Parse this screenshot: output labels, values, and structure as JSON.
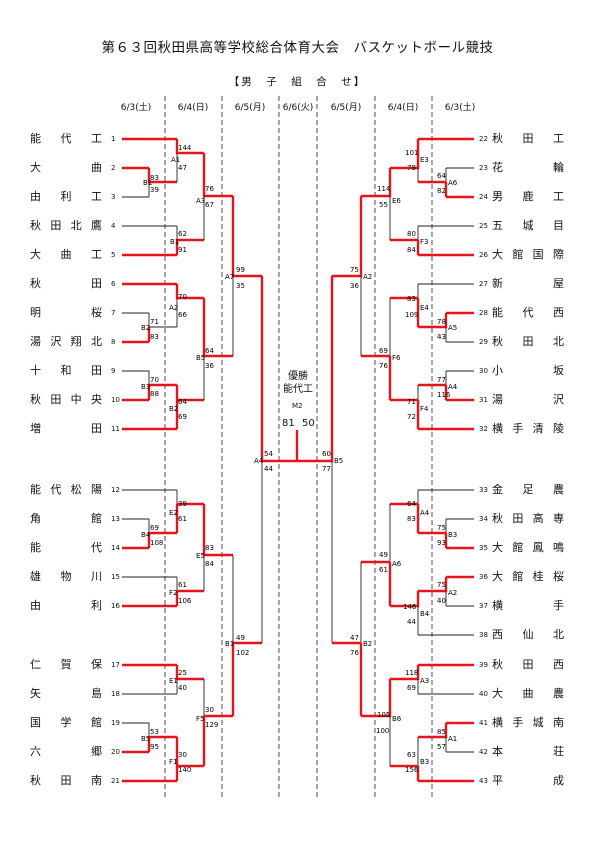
{
  "title": "第６３回秋田県高等学校総合体育大会　バスケットボール競技",
  "subtitle": "【男　子　組　合　せ】",
  "dates": [
    "6/3(土)",
    "6/4(日)",
    "6/5(月)",
    "6/6(火)",
    "6/5(月)",
    "6/4(日)",
    "6/3(土)"
  ],
  "champion": {
    "label": "優勝",
    "team": "能代工",
    "match_label": "M2",
    "score_left": "81",
    "score_right": "50"
  },
  "left_teams": [
    {
      "no": "1",
      "name": "能代工"
    },
    {
      "no": "2",
      "name": "大曲"
    },
    {
      "no": "3",
      "name": "由利工"
    },
    {
      "no": "4",
      "name": "秋田北鷹"
    },
    {
      "no": "5",
      "name": "大曲工"
    },
    {
      "no": "6",
      "name": "秋田"
    },
    {
      "no": "7",
      "name": "明桜"
    },
    {
      "no": "8",
      "name": "湯沢翔北"
    },
    {
      "no": "9",
      "name": "十和田"
    },
    {
      "no": "10",
      "name": "秋田中央"
    },
    {
      "no": "11",
      "name": "増田"
    },
    {
      "no": "12",
      "name": "能代松陽"
    },
    {
      "no": "13",
      "name": "角館"
    },
    {
      "no": "14",
      "name": "能代"
    },
    {
      "no": "15",
      "name": "雄物川"
    },
    {
      "no": "16",
      "name": "由利"
    },
    {
      "no": "17",
      "name": "仁賀保"
    },
    {
      "no": "18",
      "name": "矢島"
    },
    {
      "no": "19",
      "name": "国学館"
    },
    {
      "no": "20",
      "name": "六郷"
    },
    {
      "no": "21",
      "name": "秋田南"
    }
  ],
  "right_teams": [
    {
      "no": "22",
      "name": "秋田工"
    },
    {
      "no": "23",
      "name": "花輪"
    },
    {
      "no": "24",
      "name": "男鹿工"
    },
    {
      "no": "25",
      "name": "五城目"
    },
    {
      "no": "26",
      "name": "大館国際"
    },
    {
      "no": "27",
      "name": "新屋"
    },
    {
      "no": "28",
      "name": "能代西"
    },
    {
      "no": "29",
      "name": "秋田北"
    },
    {
      "no": "30",
      "name": "小坂"
    },
    {
      "no": "31",
      "name": "湯沢"
    },
    {
      "no": "32",
      "name": "横手清陵"
    },
    {
      "no": "33",
      "name": "金足農"
    },
    {
      "no": "34",
      "name": "秋田高専"
    },
    {
      "no": "35",
      "name": "大館鳳鳴"
    },
    {
      "no": "36",
      "name": "大館桂桜"
    },
    {
      "no": "37",
      "name": "横手"
    },
    {
      "no": "38",
      "name": "西仙北"
    },
    {
      "no": "39",
      "name": "秋田西"
    },
    {
      "no": "40",
      "name": "大曲農"
    },
    {
      "no": "41",
      "name": "横手城南"
    },
    {
      "no": "42",
      "name": "本荘"
    },
    {
      "no": "43",
      "name": "平成"
    }
  ],
  "colors": {
    "winner": "#e8141b",
    "line": "#222222"
  }
}
